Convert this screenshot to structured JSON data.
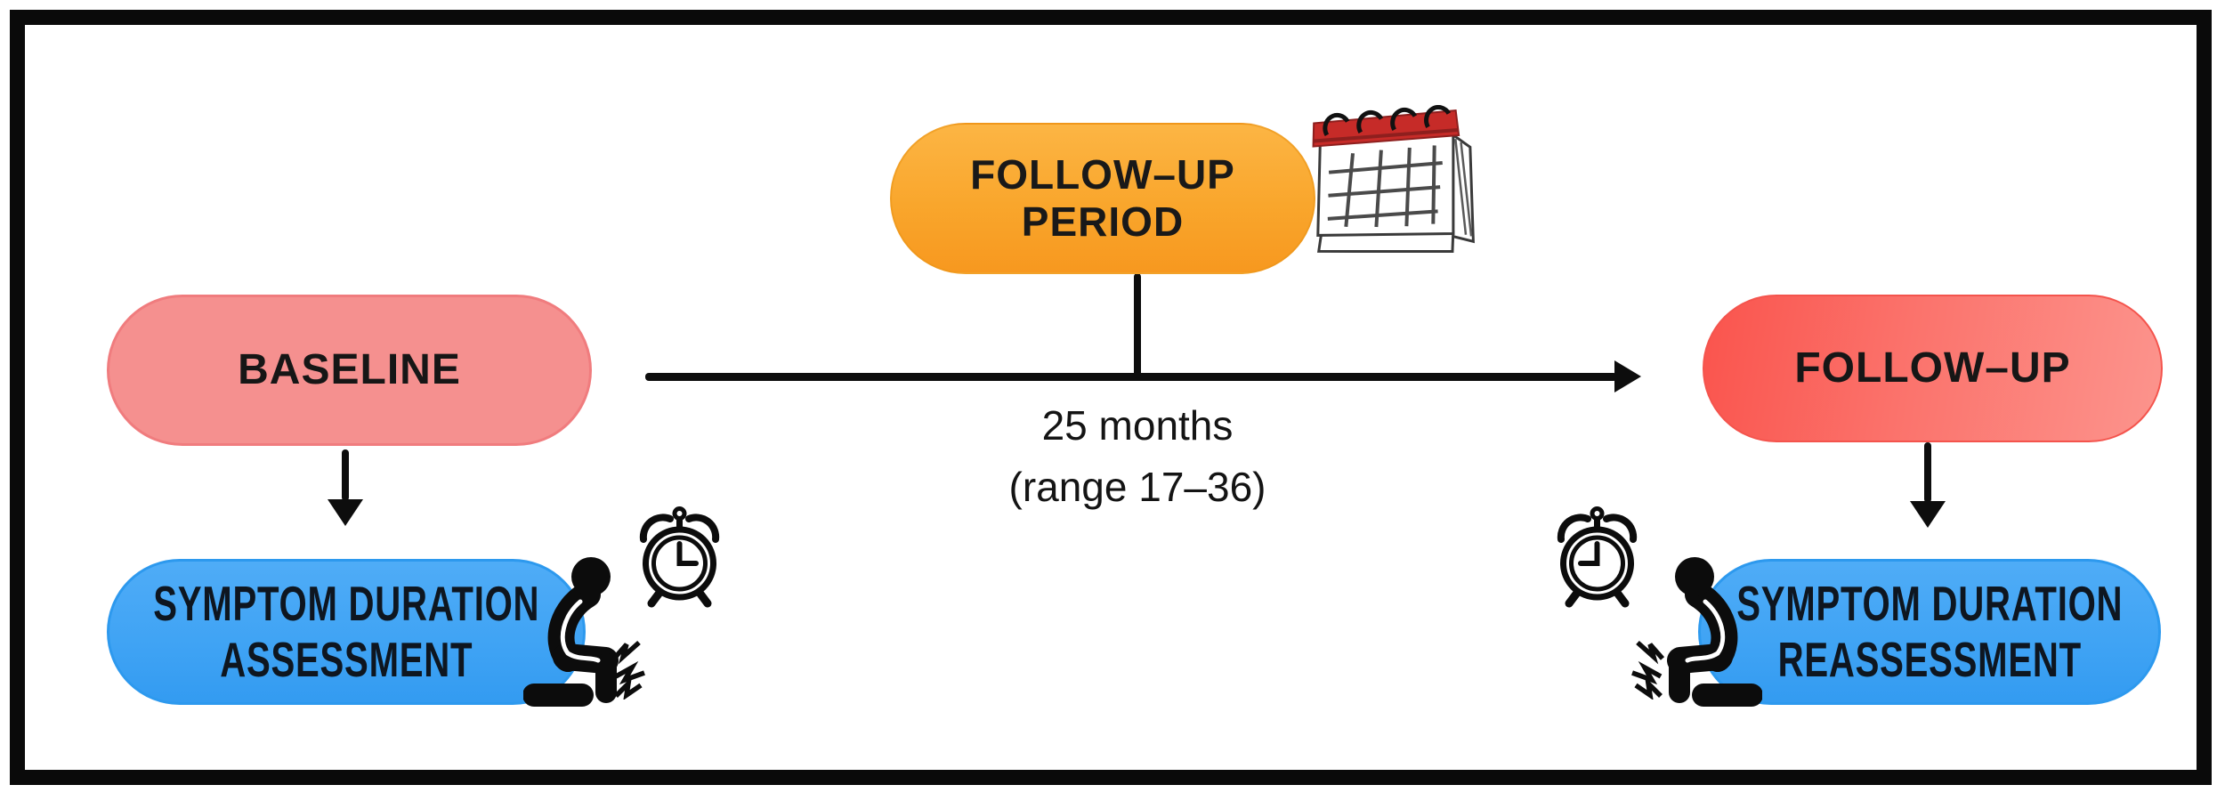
{
  "figure": {
    "period_box": {
      "line1": "FOLLOW–UP",
      "line2": "PERIOD"
    },
    "baseline_box": {
      "label": "BASELINE"
    },
    "followup_box": {
      "label": "FOLLOW–UP"
    },
    "interval": {
      "duration": "25 months",
      "range": "(range 17–36)"
    },
    "assessment_box": {
      "line1": "SYMPTOM DURATION",
      "line2": "ASSESSMENT"
    },
    "reassessment_box": {
      "line1": "SYMPTOM DURATION",
      "line2": "REASSESSMENT"
    },
    "icons": {
      "calendar": "flip-calendar-icon",
      "alarm_clock": "alarm-clock-icon",
      "person": "kneeling-person-knee-pain-icon",
      "pain": "pain-bolts-icon"
    },
    "colors": {
      "period_fill_top": "#FCB544",
      "period_fill_bottom": "#F7981F",
      "baseline_fill": "#F5908F",
      "followup_fill_left": "#FA544D",
      "followup_fill_right": "#FC948D",
      "assessment_fill": "#3FA3F4",
      "assessment_edge": "#2D99EE",
      "calendar_band": "#C62B28",
      "line_color": "#0D0D0D",
      "frame_color": "#0A0A0A"
    }
  }
}
